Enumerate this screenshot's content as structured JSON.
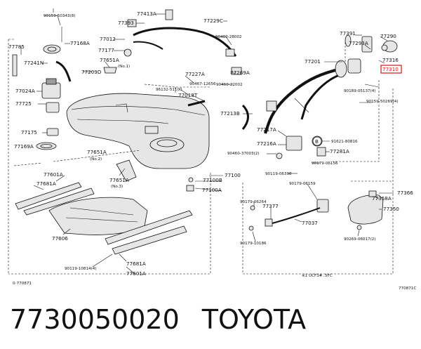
{
  "labels": {
    "l90159_50343": "90159-50343(8)",
    "l77413A": "77413A",
    "l77393": "77393",
    "l77229C": "77229C",
    "l77785": "77785",
    "l77168A": "77168A",
    "l77012": "77012",
    "l77177": "77177",
    "l90460_28002": "90460-28002",
    "l77391": "77391",
    "l77290": "77290",
    "l77241N": "77241N",
    "l77651A_a": "77651A",
    "l77651A_a_sub": "(No.1)",
    "l77293A": "77293A",
    "l77209D": "77209D",
    "l77269A": "77269A",
    "l77201": "77201",
    "l77316": "77316",
    "l77310": "77310",
    "l77227A": "77227A",
    "l90460_22002": "90460-22002",
    "l90467_12656": "90467-12656",
    "l77024A": "77024A",
    "l96132_51100": "96132-51100",
    "l77018T": "77018T",
    "l90189_05137": "90189-05137(4)",
    "l77725": "77725",
    "l90159_50269": "90159-50269(4)",
    "l77213B": "77213B",
    "l77175": "77175",
    "l77217A": "77217A",
    "l77216A": "77216A",
    "l91621_80816": "91621-80816",
    "l77169A": "77169A",
    "l77651A_b": "77651A",
    "l77651A_b_sub": "(No.2)",
    "l77281A": "77281A",
    "l90460_37003": "90460-37003(2)",
    "l90179_06156": "90179-06156",
    "l77100": "77100",
    "l90119_06398": "90119-06398",
    "l77601A_a": "77601A",
    "l77681A_a": "77681A",
    "l77651A_c": "77651A",
    "l77651A_c_sub": "(No.3)",
    "l77100B": "77100B",
    "l77100A": "77100A",
    "l90179_06159": "90179-06159",
    "l90179_06264": "90179-06264",
    "l77366": "77366",
    "l77377": "77377",
    "l77358A": "77358A",
    "l77350": "77350",
    "l77606": "77606",
    "l77037": "77037",
    "l90269_06017": "90269-06017(2)",
    "l90179_10186": "90179-10186",
    "l77681A_b": "77681A",
    "l90119_10814": "90119-10814(4)",
    "l77601A_b": "77601A",
    "callout_B": "B",
    "note": "※1 UCF3#..5FC",
    "corner_left": "0-770871",
    "corner_right": "770871C"
  },
  "caption": {
    "part_number": "7730050020",
    "brand": "TOYOTA"
  },
  "colors": {
    "highlight": "#e01010",
    "line": "#111111"
  }
}
